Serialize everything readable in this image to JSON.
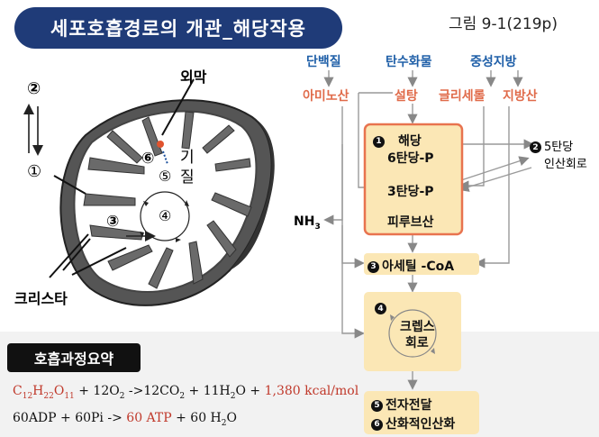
{
  "title": "세포호흡경로의 개관_해당작용",
  "figure_ref": "그림 9-1(219p)",
  "mito_labels": {
    "outer_membrane": "외막",
    "matrix_1": "기",
    "matrix_2": "질",
    "cristae": "크리스타",
    "n1": "①",
    "n2": "②",
    "n3": "③",
    "n4": "④",
    "n5": "⑤",
    "n6": "⑥"
  },
  "flow": {
    "source_protein": "단백질",
    "source_carb": "탄수화물",
    "source_fat": "중성지방",
    "amino": "아미노산",
    "sugar": "설탕",
    "glycerol": "글리세롤",
    "fatty_acid": "지방산",
    "glycolysis_num": "1",
    "glycolysis_1": "해당",
    "glycolysis_2": "6탄당-P",
    "triose": "3탄당-P",
    "pyruvate": "피루브산",
    "pentose_num": "2",
    "pentose_1": "5탄당",
    "pentose_2": "인산회로",
    "nh3": "NH",
    "nh3_sub": "3",
    "acetyl_num": "3",
    "acetyl": "아세틸 -CoA",
    "krebs_num": "4",
    "krebs_1": "크렙스",
    "krebs_2": "회로",
    "etc_num5": "5",
    "etc_1": "전자전달",
    "etc_num6": "6",
    "etc_2": "산화적인산화"
  },
  "summary": {
    "label": "호흡과정요약",
    "eq1": {
      "glucose": "C12H22O11",
      "part1": "+ 12O2 ->12CO2 + 11H2O +",
      "energy": "1,380 kcal/mol"
    },
    "eq2": {
      "part1": "60ADP + 60Pi ->",
      "atp": "60 ATP",
      "part2": "+ 60 H2O"
    }
  },
  "colors": {
    "title_bg": "#1f3b78",
    "source_blue": "#1f5fa8",
    "product_red": "#e06b4a",
    "box_fill": "#fbe7b5",
    "box_border": "#e8734f"
  }
}
